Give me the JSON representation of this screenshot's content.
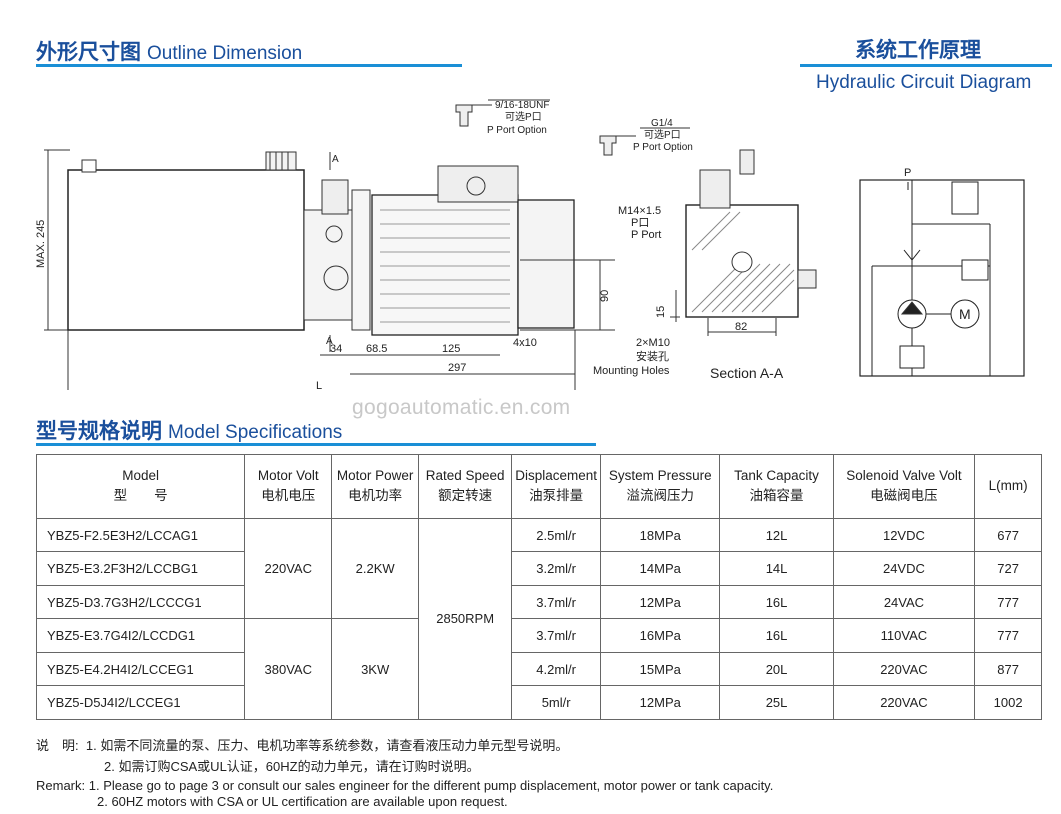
{
  "outline": {
    "title_cn": "外形尺寸图",
    "title_en": "Outline Dimension"
  },
  "circuit": {
    "title_cn": "系统工作原理",
    "title_en": "Hydraulic Circuit Diagram"
  },
  "drawing": {
    "port_option_1": {
      "size": "9/16-18UNF",
      "cn": "可选P口",
      "en": "P Port Option"
    },
    "port_option_2": {
      "size": "G1/4",
      "cn": "可选P口",
      "en": "P Port Option"
    },
    "port_label": {
      "size": "M14×1.5",
      "cn": "P口",
      "en": "P Port"
    },
    "mounting": {
      "size": "2×M10",
      "cn": "安装孔",
      "en": "Mounting Holes"
    },
    "section": "Section A-A",
    "dims": {
      "max245": "MAX. 245",
      "d34": "34",
      "d68": "68.5",
      "d125": "125",
      "d4x10": "4x10",
      "d297": "297",
      "dL": "L",
      "d90": "90",
      "d15": "15",
      "d82": "82",
      "markA": "A"
    },
    "circuit_p": "P",
    "motor": "M"
  },
  "watermark": "gogoautomatic.en.com",
  "specs": {
    "title_cn": "型号规格说明",
    "title_en": "Model Specifications",
    "headers": [
      {
        "en": "Model",
        "cn": "型　　号"
      },
      {
        "en": "Motor Volt",
        "cn": "电机电压"
      },
      {
        "en": "Motor Power",
        "cn": "电机功率"
      },
      {
        "en": "Rated Speed",
        "cn": "额定转速"
      },
      {
        "en": "Displacement",
        "cn": "油泵排量"
      },
      {
        "en": "System Pressure",
        "cn": "溢流阀压力"
      },
      {
        "en": "Tank Capacity",
        "cn": "油箱容量"
      },
      {
        "en": "Solenoid Valve Volt",
        "cn": "电磁阀电压"
      },
      {
        "en": "L(mm)",
        "cn": ""
      }
    ],
    "rows": [
      {
        "model": "YBZ5-F2.5E3H2/LCCAG1",
        "disp": "2.5ml/r",
        "pressure": "18MPa",
        "tank": "12L",
        "solenoid": "12VDC",
        "l": "677"
      },
      {
        "model": "YBZ5-E3.2F3H2/LCCBG1",
        "disp": "3.2ml/r",
        "pressure": "14MPa",
        "tank": "14L",
        "solenoid": "24VDC",
        "l": "727"
      },
      {
        "model": "YBZ5-D3.7G3H2/LCCCG1",
        "disp": "3.7ml/r",
        "pressure": "12MPa",
        "tank": "16L",
        "solenoid": "24VAC",
        "l": "777"
      },
      {
        "model": "YBZ5-E3.7G4I2/LCCDG1",
        "disp": "3.7ml/r",
        "pressure": "16MPa",
        "tank": "16L",
        "solenoid": "110VAC",
        "l": "777"
      },
      {
        "model": "YBZ5-E4.2H4I2/LCCEG1",
        "disp": "4.2ml/r",
        "pressure": "15MPa",
        "tank": "20L",
        "solenoid": "220VAC",
        "l": "877"
      },
      {
        "model": "YBZ5-D5J4I2/LCCEG1",
        "disp": "5ml/r",
        "pressure": "12MPa",
        "tank": "25L",
        "solenoid": "220VAC",
        "l": "1002"
      }
    ],
    "groups": {
      "volt_a": "220VAC",
      "power_a": "2.2KW",
      "volt_b": "380VAC",
      "power_b": "3KW",
      "speed": "2850RPM"
    }
  },
  "notes": {
    "cn_label": "说　明:",
    "cn_1": "1. 如需不同流量的泵、压力、电机功率等系统参数，请查看液压动力单元型号说明。",
    "cn_2": "2. 如需订购CSA或UL认证，60HZ的动力单元，请在订购时说明。",
    "en_label": "Remark:",
    "en_1": "1.  Please go to page 3 or consult our sales engineer for the different pump displacement, motor power or tank capacity.",
    "en_2": "2.  60HZ motors with CSA or UL certification are available upon request."
  }
}
